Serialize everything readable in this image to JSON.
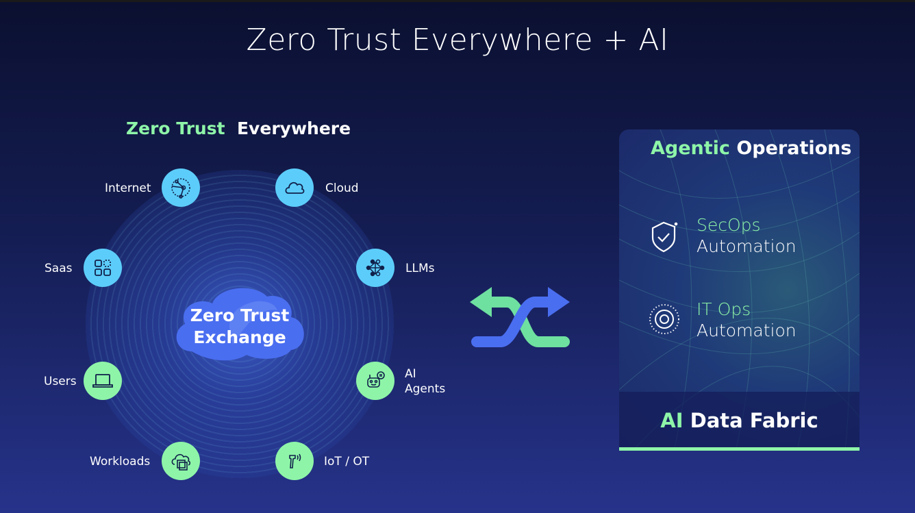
{
  "title": "Zero Trust Everywhere + AI",
  "left": {
    "heading_accent": "Zero Trust",
    "heading_rest": "Everywhere",
    "center_line1": "Zero Trust",
    "center_line2": "Exchange",
    "nodes": [
      {
        "label": "Internet",
        "icon": "globe-network-icon",
        "color": "#5ccdfa"
      },
      {
        "label": "Cloud",
        "icon": "cloud-icon",
        "color": "#5ccdfa"
      },
      {
        "label": "Saas",
        "icon": "apps-grid-icon",
        "color": "#5ccdfa"
      },
      {
        "label": "LLMs",
        "icon": "neural-network-icon",
        "color": "#5ccdfa"
      },
      {
        "label": "Users",
        "icon": "laptop-icon",
        "color": "#8ef5a8"
      },
      {
        "label": "AI Agents",
        "label_line1": "AI",
        "label_line2": "Agents",
        "icon": "robot-chat-icon",
        "color": "#8ef5a8"
      },
      {
        "label": "Workloads",
        "icon": "cloud-stack-icon",
        "color": "#8ef5a8"
      },
      {
        "label": "IoT / OT",
        "icon": "scanner-signal-icon",
        "color": "#8ef5a8"
      }
    ]
  },
  "right": {
    "heading_accent": "Agentic",
    "heading_rest": "Operations",
    "items": [
      {
        "accent": "SecOps",
        "rest": "Automation",
        "icon": "shield-check-icon"
      },
      {
        "accent": "IT Ops",
        "rest": "Automation",
        "icon": "gear-icon"
      }
    ],
    "footer_accent": "AI",
    "footer_rest": "Data Fabric"
  },
  "colors": {
    "accent_green": "#8ef5a8",
    "accent_cyan": "#5ccdfa",
    "exchange_blue": "#4a6ef0"
  }
}
